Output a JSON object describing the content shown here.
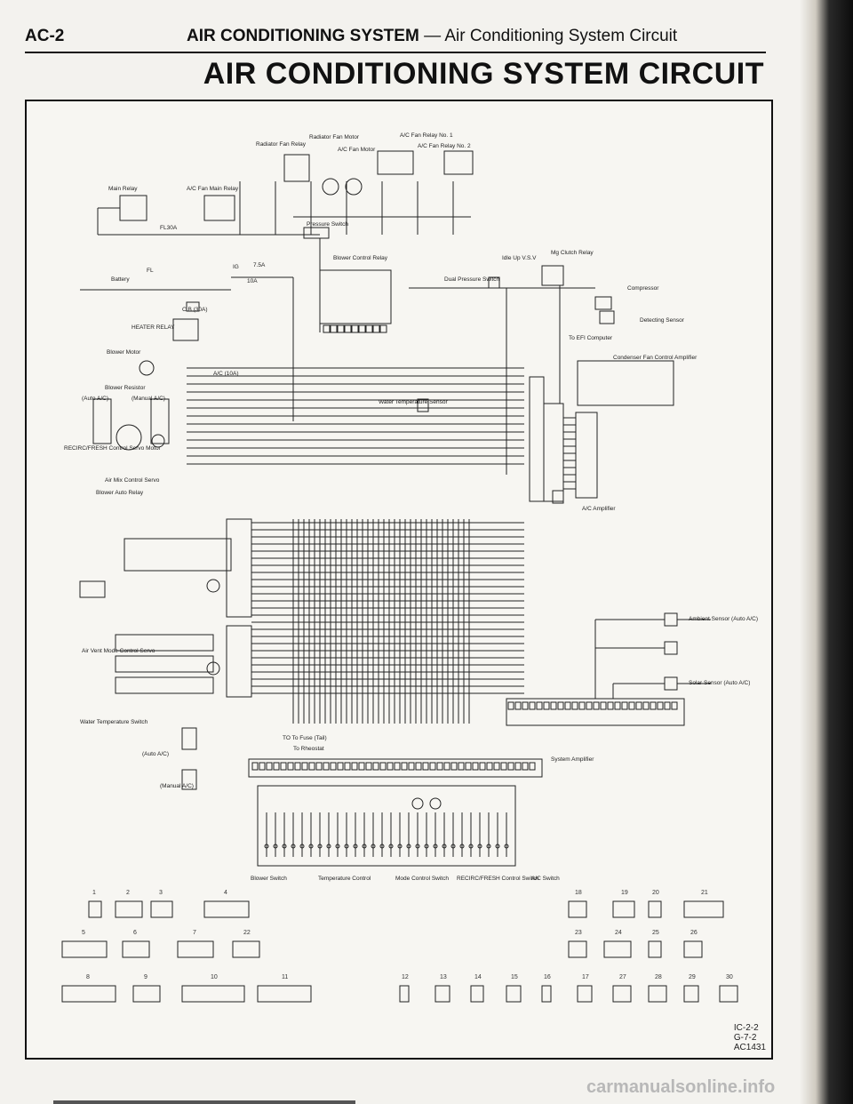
{
  "header": {
    "page_code": "AC-2",
    "section": "AIR CONDITIONING SYSTEM",
    "separator": "—",
    "subsection": "Air Conditioning System Circuit"
  },
  "title": "AIR CONDITIONING SYSTEM CIRCUIT",
  "diagram": {
    "components": {
      "main_relay": "Main Relay",
      "ac_fan_main_relay": "A/C Fan Main Relay",
      "radiator_fan_relay": "Radiator Fan Relay",
      "radiator_fan_motor": "Radiator Fan Motor",
      "ac_fan_motor": "A/C Fan Motor",
      "ac_fan_relay_1": "A/C Fan Relay No. 1",
      "ac_fan_relay_2": "A/C Fan Relay No. 2",
      "pressure_switch": "Pressure Switch",
      "fl30a": "FL30A",
      "battery": "Battery",
      "fl": "FL",
      "ig": "IG",
      "f75a": "7.5A",
      "f10a": "10A",
      "cb30a": "C.B (30A)",
      "heater_relay": "HEATER RELAY",
      "blower_control_relay": "Blower Control Relay",
      "idle_up_vsv": "Idle Up V.S.V",
      "mg_clutch_relay": "Mg Clutch Relay",
      "dual_pressure_switch": "Dual Pressure Switch",
      "compressor": "Compressor",
      "detecting_sensor": "Detecting Sensor",
      "to_efi_computer": "To EFI Computer",
      "condenser_fan_amp": "Condenser Fan Control Amplifier",
      "blower_motor": "Blower Motor",
      "ac10a": "A/C (10A)",
      "blower_resistor": "Blower Resistor",
      "auto_ac": "(Auto A/C)",
      "manual_ac": "(Manual A/C)",
      "water_temp_sensor": "Water Temperature Sensor",
      "recirc_servo": "RECIRC/FRESH Control Servo Motor",
      "air_mix_servo": "Air Mix Control Servo",
      "blower_auto_relay": "Blower Auto Relay",
      "ac_amplifier": "A/C Amplifier",
      "air_vent_servo": "Air Vent Mode Control Servo",
      "ambient_sensor": "Ambient Sensor (Auto A/C)",
      "solar_sensor": "Solar Sensor (Auto A/C)",
      "water_temp_switch": "Water Temperature Switch",
      "system_amplifier": "System Amplifier",
      "to_fuse_tail": "TO To Fuse (Tail)",
      "to_rheostat": "To Rheostat",
      "blower_switch": "Blower Switch",
      "temperature_control": "Temperature Control",
      "mode_control_switch": "Mode Control Switch",
      "recirc_fresh_switch": "RECIRC/FRESH Control Switch",
      "ac_switch": "A/C Switch"
    },
    "connector_row_1": [
      "1",
      "2",
      "3",
      "4",
      "18",
      "19",
      "20",
      "21"
    ],
    "connector_row_2": [
      "5",
      "6",
      "7",
      "22",
      "23",
      "24",
      "25",
      "26"
    ],
    "connector_row_3": [
      "8",
      "9",
      "10",
      "11",
      "12",
      "13",
      "14",
      "15",
      "16",
      "17",
      "27",
      "28",
      "29",
      "30"
    ]
  },
  "footer_codes": [
    "IC-2-2",
    "G-7-2",
    "AC1431"
  ],
  "watermark": "carmanualsonline.info"
}
